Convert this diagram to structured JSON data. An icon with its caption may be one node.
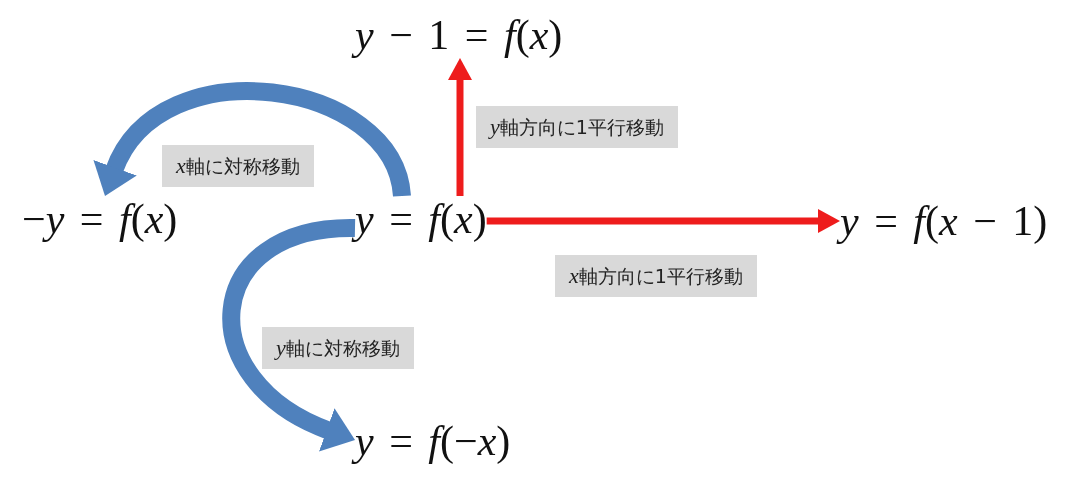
{
  "diagram": {
    "nodes": [
      {
        "text": [
          "*y* − 1 = *f*(*x*)"
        ]
      },
      {
        "text": [
          "−*y* = *f*(*x*)"
        ]
      },
      {
        "text": [
          "*y* = *f*(*x*)"
        ]
      },
      {
        "text": [
          "*y* = *f*(*x* − 1)"
        ]
      },
      {
        "text": [
          "*y* = *f*(−*x*)"
        ]
      }
    ],
    "edges": [
      {
        "from": 2,
        "to": 1,
        "arrow": "to",
        "label": "x軸に対称移動",
        "style": "thick",
        "color": "#4f81bd"
      },
      {
        "from": 2,
        "to": 0,
        "arrow": "to",
        "label": "y軸方向に1平行移動",
        "color": "#ee1c1c"
      },
      {
        "from": 2,
        "to": 3,
        "arrow": "to",
        "label": "x軸方向に1平行移動",
        "color": "#ee1c1c"
      },
      {
        "from": 2,
        "to": 4,
        "arrow": "to",
        "label": "y軸に対称移動",
        "style": "thick",
        "color": "#4f81bd"
      }
    ]
  }
}
